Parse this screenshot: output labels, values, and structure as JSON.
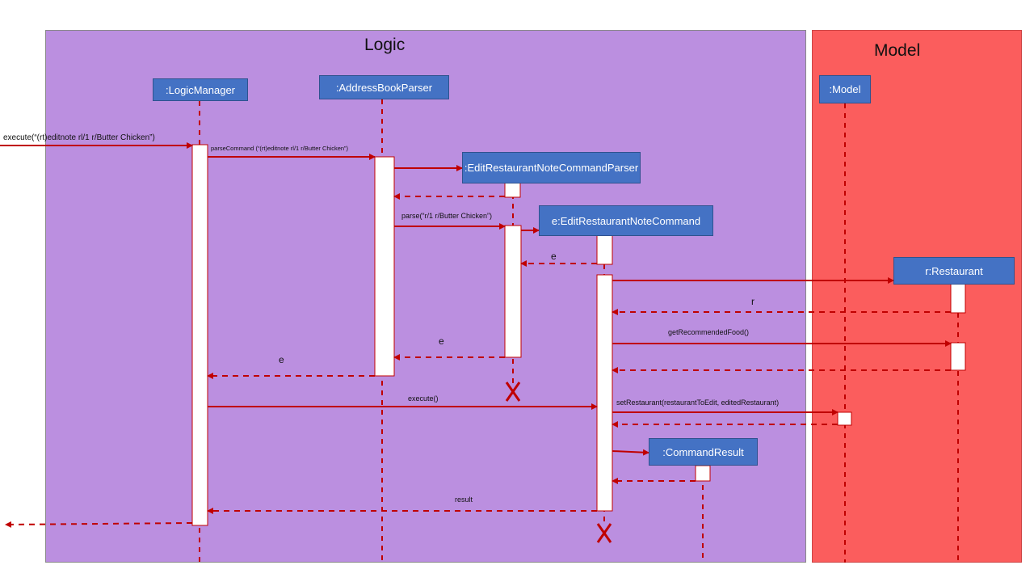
{
  "frames": {
    "logic": {
      "title": "Logic",
      "color": "#bb8fe0"
    },
    "model": {
      "title": "Model",
      "color": "#fb5d5d"
    }
  },
  "participants": {
    "logic_manager": ":LogicManager",
    "address_book_parser": ":AddressBookParser",
    "edit_note_parser": ":EditRestaurantNoteCommandParser",
    "edit_note_command": "e:EditRestaurantNoteCommand",
    "model": ":Model",
    "restaurant": "r:Restaurant",
    "command_result": ":CommandResult"
  },
  "messages": {
    "execute_input": "execute(“(rt)editnote rl/1 r/Butter Chicken”)",
    "parse_command": "parseCommand (“(rt)editnote rl/1 r/Butter Chicken”)",
    "parse": "parse(“r/1 r/Butter Chicken”)",
    "return_e_parser": "e",
    "return_e_abp": "e",
    "return_e_lm": "e",
    "return_r": "r",
    "get_recommended_food": "getRecommendedFood()",
    "execute": "execute()",
    "set_restaurant": "setRestaurant(restaurantToEdit, editedRestaurant)",
    "result": "result"
  },
  "colors": {
    "arrow": "#c00000",
    "participant_box": "#4472c4",
    "activation_fill": "#ffffff",
    "destroy_mark": "#c00000"
  }
}
